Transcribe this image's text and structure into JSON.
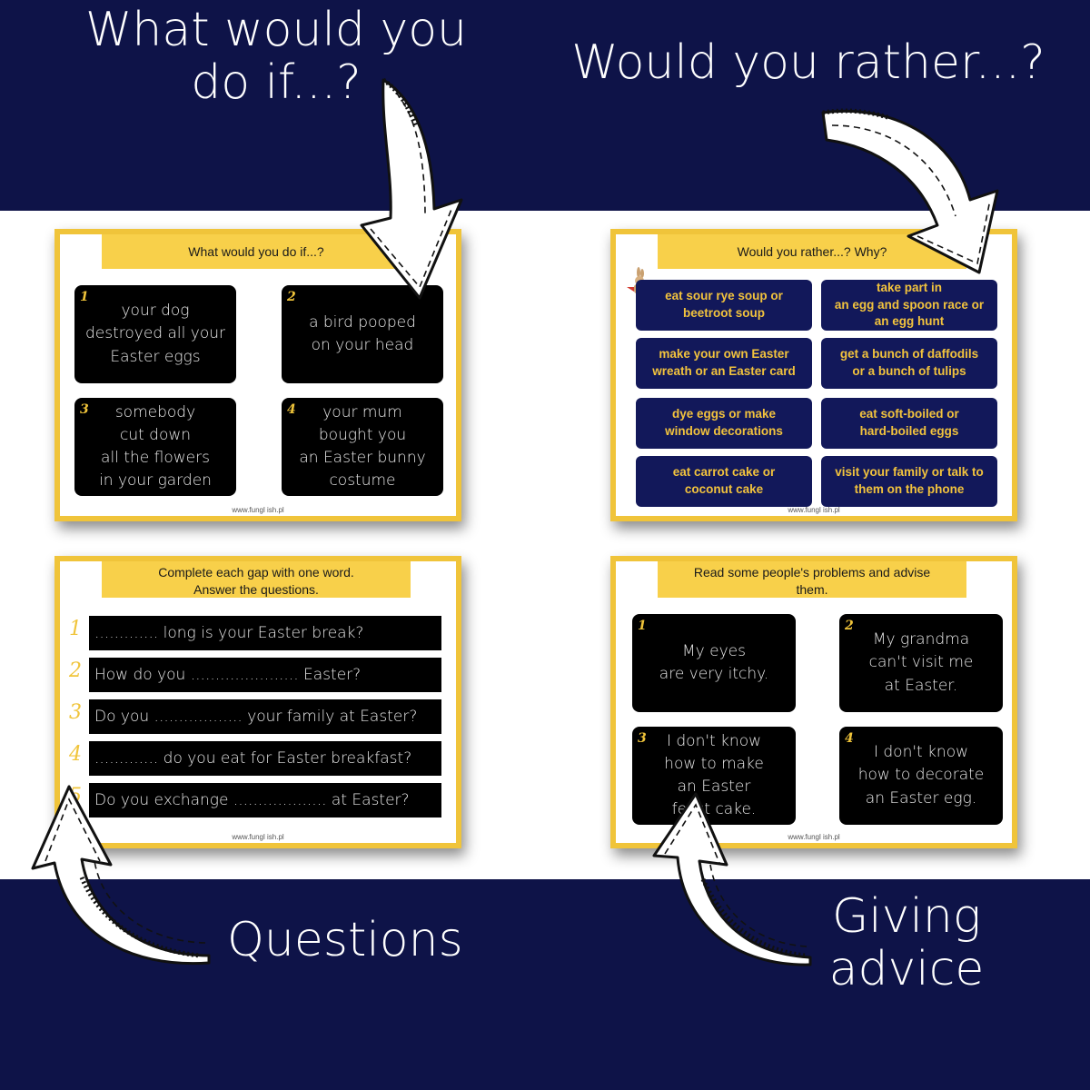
{
  "headings": {
    "top_left": "What would you\ndo if...?",
    "top_right": "Would you rather...?",
    "bottom_left": "Questions",
    "bottom_right": "Giving\nadvice"
  },
  "slide1": {
    "title": "What would you do if...?",
    "footer": "www.fungl ish.pl",
    "cards": [
      {
        "num": "1",
        "text": "your dog\ndestroyed all your\nEaster eggs"
      },
      {
        "num": "2",
        "text": "a bird pooped\non your head"
      },
      {
        "num": "3",
        "text": "somebody\ncut down\nall the flowers\nin your garden"
      },
      {
        "num": "4",
        "text": "your mum\nbought you\nan Easter bunny\ncostume"
      }
    ]
  },
  "slide2": {
    "title": "Would you rather...? Why?",
    "footer": "www.fungl ish.pl",
    "options": [
      "eat sour rye soup or\nbeetroot soup",
      "take part in\nan egg and spoon race or\nan egg hunt",
      "make your own Easter\nwreath or an Easter card",
      "get a bunch of daffodils\nor a bunch of tulips",
      "dye eggs or make\nwindow decorations",
      "eat soft-boiled or\nhard-boiled eggs",
      "eat carrot cake or\ncoconut cake",
      "visit your family or talk to\nthem on the phone"
    ]
  },
  "slide3": {
    "title_line1": "Complete each gap with one word.",
    "title_line2": "Answer the questions.",
    "footer": "www.fungl ish.pl",
    "questions": [
      {
        "num": "1",
        "text": "............. long is your Easter break?"
      },
      {
        "num": "2",
        "text": "How do you ...................... Easter?"
      },
      {
        "num": "3",
        "text": "Do you .................. your family at Easter?"
      },
      {
        "num": "4",
        "text": "............. do you eat for Easter breakfast?"
      },
      {
        "num": "5",
        "text": "Do you exchange ................... at Easter?"
      }
    ]
  },
  "slide4": {
    "title_line1": "Read some people's problems and advise",
    "title_line2": "them.",
    "footer": "www.fungl ish.pl",
    "cards": [
      {
        "num": "1",
        "text": "My eyes\nare very itchy."
      },
      {
        "num": "2",
        "text": "My grandma\ncan't visit me\nat Easter."
      },
      {
        "num": "3",
        "text": "I don't know\nhow to make\nan Easter\nfeast cake."
      },
      {
        "num": "4",
        "text": "I don't know\nhow to decorate\nan Easter egg."
      }
    ]
  },
  "colors": {
    "navy": "#0e1348",
    "yellow": "#f0c43a",
    "card_black": "#000000",
    "option_navy": "#12185a"
  }
}
